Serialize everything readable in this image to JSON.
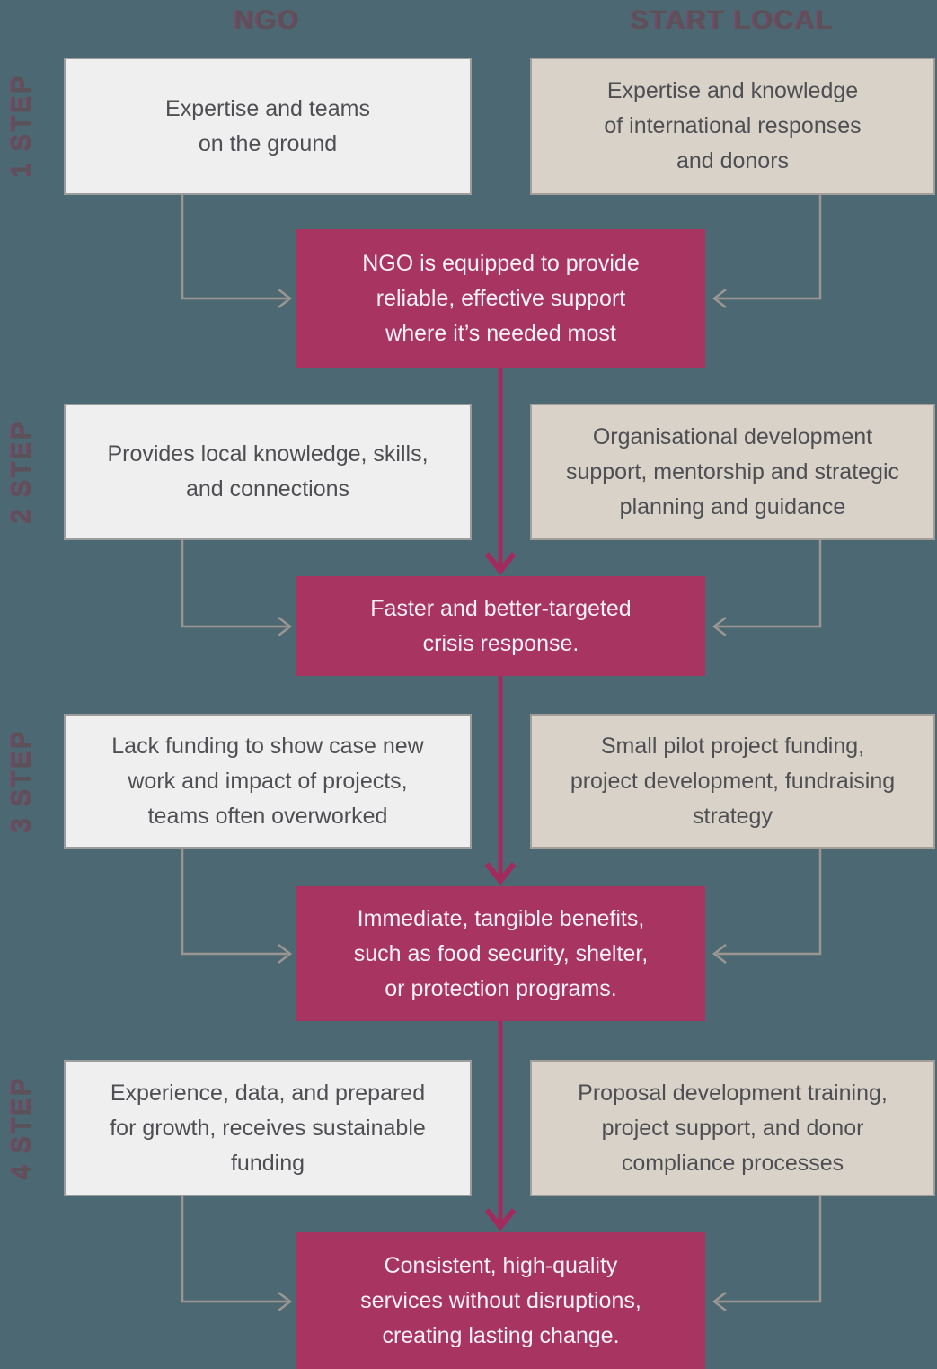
{
  "columns": {
    "left_header": "NGO",
    "right_header": "START LOCAL"
  },
  "steps": [
    {
      "label": "1 STEP",
      "ngo_text": "Expertise and teams\non the ground",
      "local_text": "Expertise and knowledge\nof international responses\nand donors",
      "outcome_text": "NGO is equipped to provide\nreliable, effective support\nwhere it’s needed most"
    },
    {
      "label": "2 STEP",
      "ngo_text": "Provides local knowledge, skills,\nand connections",
      "local_text": "Organisational development\nsupport, mentorship and strategic\nplanning and guidance",
      "outcome_text": "Faster and better-targeted\ncrisis response."
    },
    {
      "label": "3 STEP",
      "ngo_text": "Lack funding to show case new\nwork and impact of projects,\nteams often overworked",
      "local_text": "Small pilot project funding,\nproject development, fundraising\nstrategy",
      "outcome_text": "Immediate, tangible benefits,\nsuch as food security, shelter,\nor protection programs."
    },
    {
      "label": "4 STEP",
      "ngo_text": "Experience, data, and prepared\nfor growth, receives sustainable\nfunding",
      "local_text": "Proposal development training,\nproject support, and donor\ncompliance processes",
      "outcome_text": "Consistent, high-quality\nservices without disruptions,\ncreating lasting change."
    }
  ],
  "colors": {
    "background": "#4C6973",
    "ngo_box_bg": "#EFEFEF",
    "ngo_box_border": "#9C9C9C",
    "local_box_bg": "#D8D2C8",
    "local_box_border": "#A39E98",
    "outcome_box_bg": "#A83462",
    "outcome_text": "#F6F1F4",
    "box_text": "#4E4E53",
    "header_text": "#5A5258",
    "header_accent": "#A32A5E",
    "connector": "#9B9691",
    "flow_arrow": "#A32A5C"
  }
}
